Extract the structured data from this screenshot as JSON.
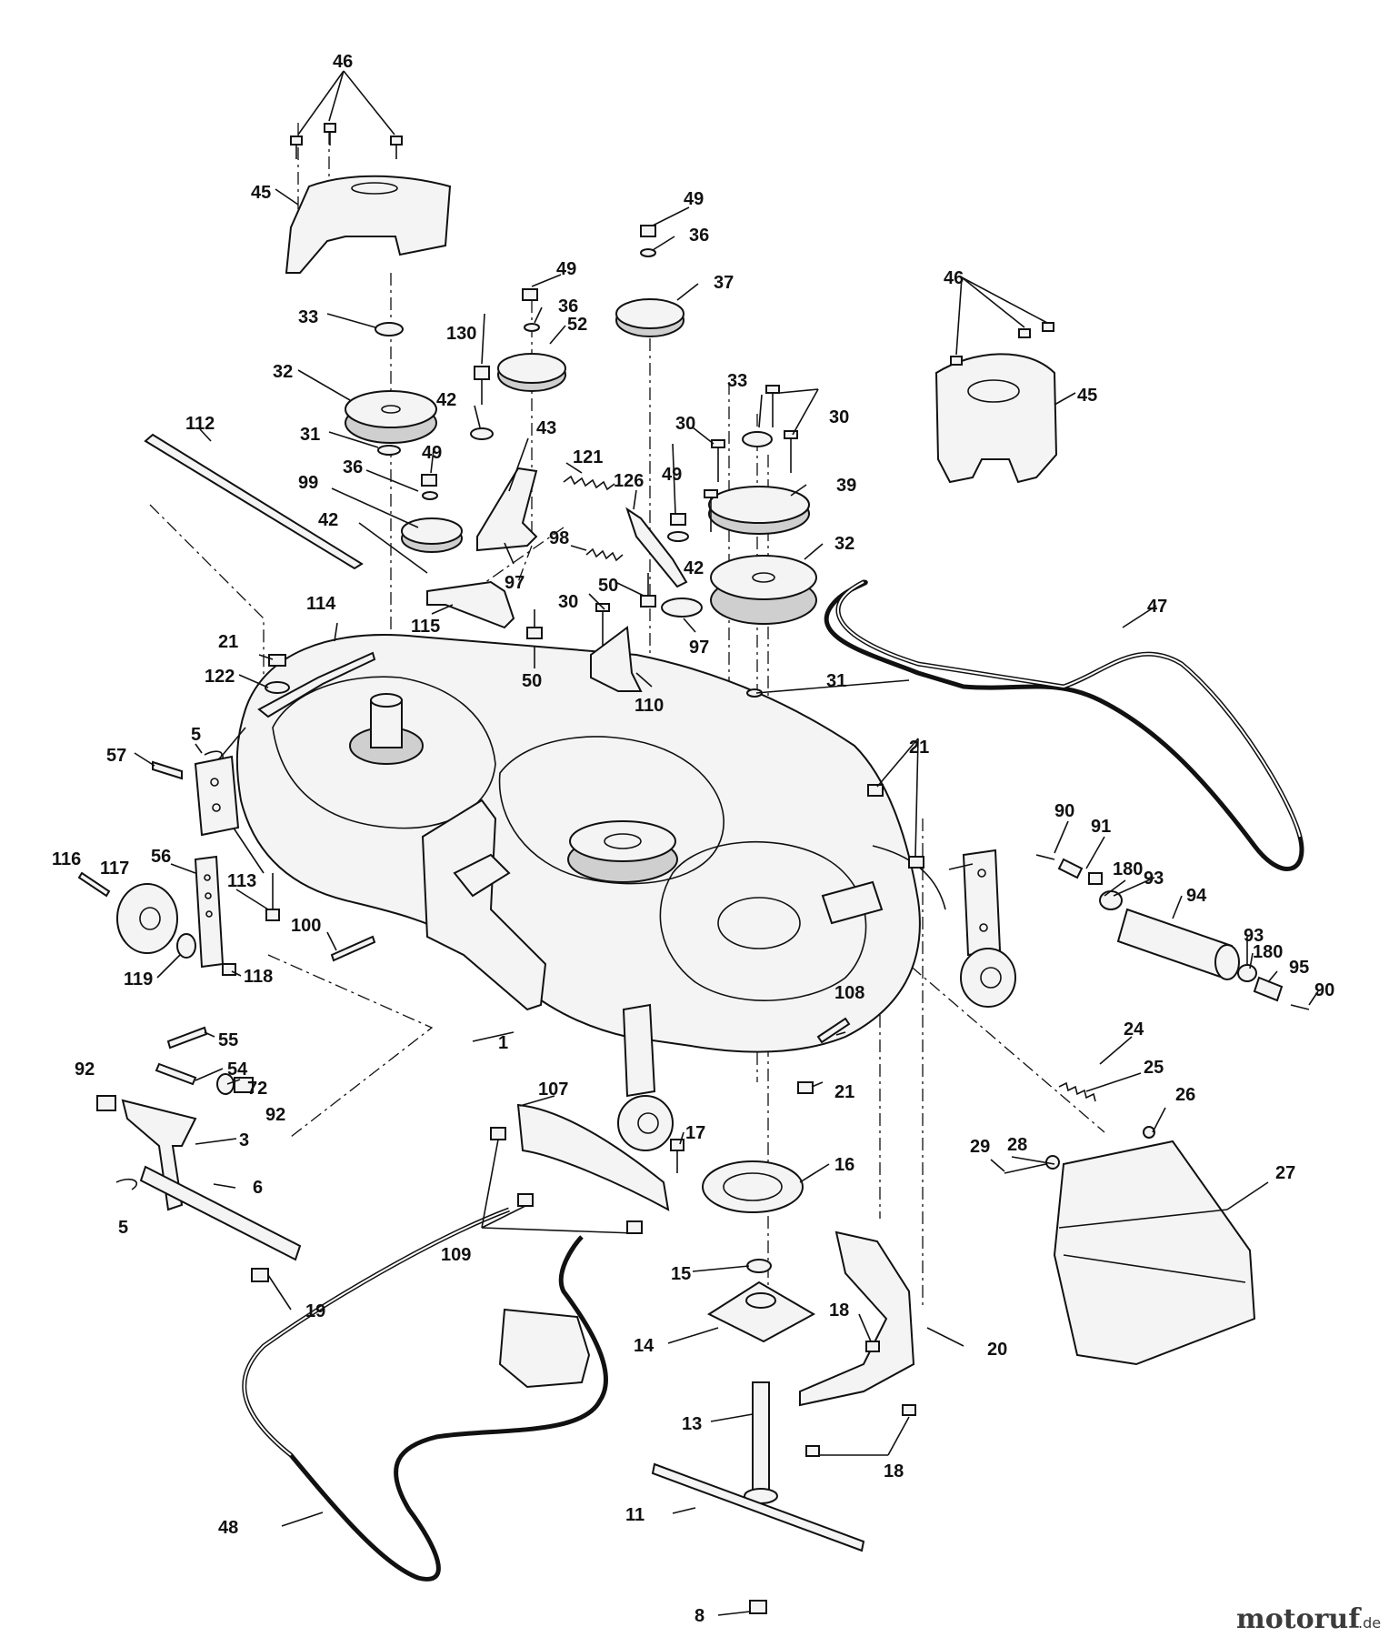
{
  "watermark": {
    "name": "motoruf",
    "suffix": ".de"
  },
  "callouts": {
    "c1": "1",
    "c3": "3",
    "c5a": "5",
    "c5b": "5",
    "c6": "6",
    "c8": "8",
    "c11": "11",
    "c13": "13",
    "c14": "14",
    "c15": "15",
    "c16": "16",
    "c17": "17",
    "c18a": "18",
    "c18b": "18",
    "c19": "19",
    "c20": "20",
    "c21a": "21",
    "c21b": "21",
    "c21c": "21",
    "c24": "24",
    "c25": "25",
    "c26": "26",
    "c27": "27",
    "c28": "28",
    "c29": "29",
    "c30a": "30",
    "c30b": "30",
    "c30c": "30",
    "c31a": "31",
    "c31b": "31",
    "c32a": "32",
    "c32b": "32",
    "c33a": "33",
    "c33b": "33",
    "c36a": "36",
    "c36b": "36",
    "c36c": "36",
    "c37": "37",
    "c39": "39",
    "c42a": "42",
    "c42b": "42",
    "c42c": "42",
    "c43": "43",
    "c45a": "45",
    "c45b": "45",
    "c46a": "46",
    "c46b": "46",
    "c47": "47",
    "c48": "48",
    "c49a": "49",
    "c49b": "49",
    "c49c": "49",
    "c49d": "49",
    "c50a": "50",
    "c50b": "50",
    "c52": "52",
    "c54": "54",
    "c55": "55",
    "c56": "56",
    "c57": "57",
    "c72": "72",
    "c90a": "90",
    "c90b": "90",
    "c91": "91",
    "c92a": "92",
    "c92b": "92",
    "c93a": "93",
    "c93b": "93",
    "c94": "94",
    "c95": "95",
    "c97a": "97",
    "c97b": "97",
    "c98": "98",
    "c99": "99",
    "c100": "100",
    "c107": "107",
    "c108": "108",
    "c109": "109",
    "c110": "110",
    "c112": "112",
    "c113": "113",
    "c114": "114",
    "c115": "115",
    "c116": "116",
    "c117": "117",
    "c118": "118",
    "c119": "119",
    "c121": "121",
    "c122": "122",
    "c126": "126",
    "c130": "130",
    "c180a": "180",
    "c180b": "180"
  }
}
